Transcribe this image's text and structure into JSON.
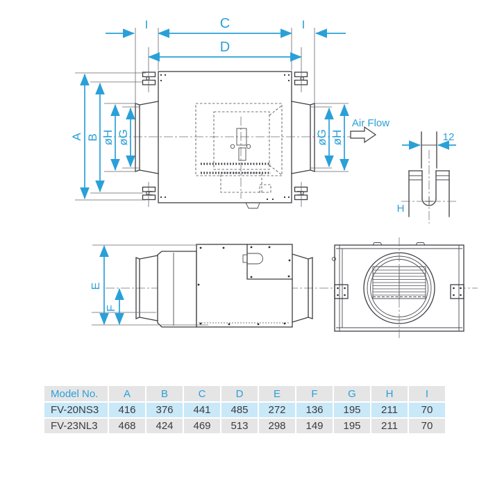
{
  "colors": {
    "dimension_blue": "#2aa0d8",
    "drawing_line": "#3d3d42",
    "table_header_bg": "#e5e5e6",
    "table_row_highlight_bg": "#c9e8f8",
    "table_text": "#3b3b3d"
  },
  "diagram": {
    "air_flow": "Air Flow",
    "dims": {
      "i_left": "I",
      "c": "C",
      "i_right": "I",
      "d": "D",
      "a": "A",
      "b": "B",
      "oh_left": "øH",
      "og_left": "øG",
      "og_right": "øG",
      "oh_right": "øH",
      "e": "E",
      "f": "F"
    },
    "hanger_detail": {
      "width": "12",
      "h": "H"
    }
  },
  "table": {
    "headers": [
      "Model No.",
      "A",
      "B",
      "C",
      "D",
      "E",
      "F",
      "G",
      "H",
      "I"
    ],
    "rows": [
      {
        "model": "FV-20NS3",
        "values": [
          "416",
          "376",
          "441",
          "485",
          "272",
          "136",
          "195",
          "211",
          "70"
        ]
      },
      {
        "model": "FV-23NL3",
        "values": [
          "468",
          "424",
          "469",
          "513",
          "298",
          "149",
          "195",
          "211",
          "70"
        ]
      }
    ]
  }
}
